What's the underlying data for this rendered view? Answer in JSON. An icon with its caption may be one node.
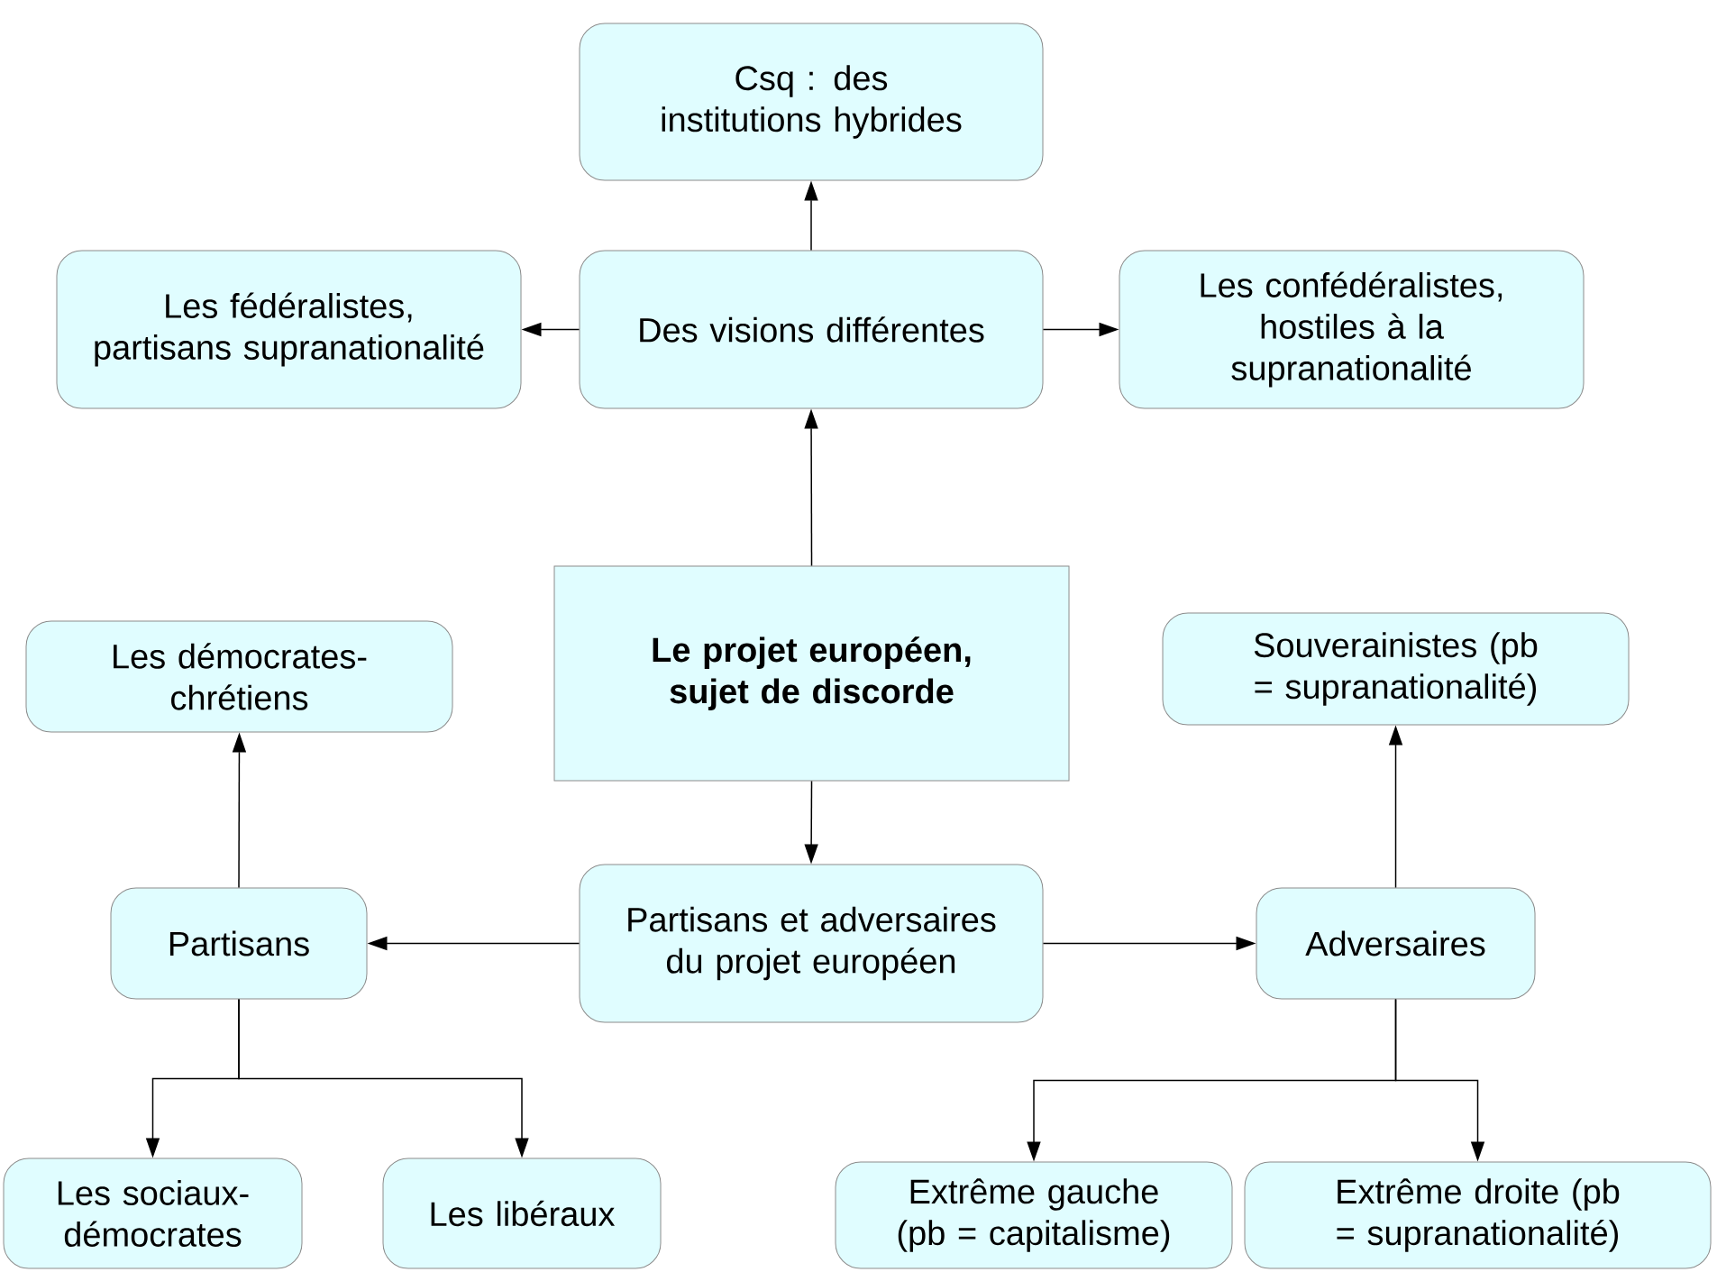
{
  "diagram": {
    "nodes": [
      {
        "text": [
          "Csq : des institutions hybrides"
        ]
      },
      {
        "text": [
          "Les fédéralistes, partisans supranationalité"
        ]
      },
      {
        "text": [
          "Des visions différentes"
        ]
      },
      {
        "text": [
          "Les confédéralistes, hostiles à la supranationalité"
        ]
      },
      {
        "text": [
          "Les démocrates-chrétiens"
        ]
      },
      {
        "text": [
          "Le projet européen, sujet de discorde"
        ]
      },
      {
        "text": [
          "Souverainistes (pb = supranationalité)"
        ]
      },
      {
        "text": [
          "Partisans et adversaires du projet européen"
        ]
      },
      {
        "text": [
          "Partisans"
        ]
      },
      {
        "text": [
          "Adversaires"
        ]
      },
      {
        "text": [
          "Les sociaux-démocrates"
        ]
      },
      {
        "text": [
          "Les libéraux"
        ]
      },
      {
        "text": [
          "Extrême gauche (pb = capitalisme)"
        ]
      },
      {
        "text": [
          "Extrême droite (pb = supranationalité)"
        ]
      }
    ],
    "edges": [
      {
        "from": 5,
        "to": 2,
        "arrow": "to"
      },
      {
        "from": 2,
        "to": 0,
        "arrow": "to"
      },
      {
        "from": 2,
        "to": 1,
        "arrow": "to"
      },
      {
        "from": 2,
        "to": 3,
        "arrow": "to"
      },
      {
        "from": 5,
        "to": 7,
        "arrow": "to"
      },
      {
        "from": 7,
        "to": 8,
        "arrow": "to"
      },
      {
        "from": 7,
        "to": 9,
        "arrow": "to"
      },
      {
        "from": 8,
        "to": 4,
        "arrow": "to"
      },
      {
        "from": 8,
        "to": 10,
        "arrow": "to"
      },
      {
        "from": 8,
        "to": 11,
        "arrow": "to"
      },
      {
        "from": 9,
        "to": 6,
        "arrow": "to"
      },
      {
        "from": 9,
        "to": 12,
        "arrow": "to"
      },
      {
        "from": 9,
        "to": 13,
        "arrow": "to"
      }
    ]
  }
}
